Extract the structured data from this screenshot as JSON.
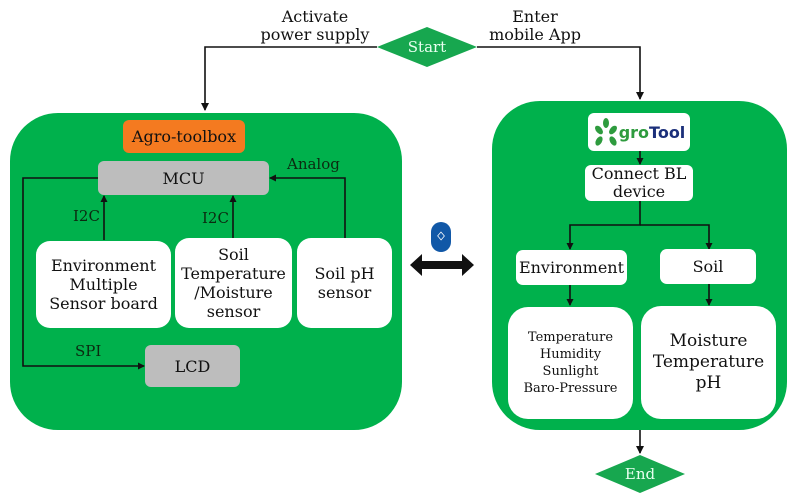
{
  "flow": {
    "start_label": "Start",
    "end_label": "End",
    "left_branch_label": "Activate\npower supply",
    "right_branch_label": "Enter\nmobile App"
  },
  "hardware_panel": {
    "title": "Agro-toolbox",
    "mcu": "MCU",
    "lcd": "LCD",
    "sensors": [
      {
        "label": "Environment\nMultiple\nSensor board",
        "bus": "I2C"
      },
      {
        "label": "Soil\nTemperature\n/Moisture\nsensor",
        "bus": "I2C"
      },
      {
        "label": "Soil pH\nsensor",
        "bus": "Analog"
      }
    ],
    "lcd_bus": "SPI"
  },
  "link": {
    "icon": "bluetooth-icon",
    "arrow": "double-arrow-icon"
  },
  "app_panel": {
    "logo_prefix": "gro",
    "logo_suffix": "Tool",
    "connect": "Connect BL\ndevice",
    "categories": [
      {
        "label": "Environment",
        "items": "Temperature\nHumidity\nSunlight\nBaro-Pressure"
      },
      {
        "label": "Soil",
        "items": "Moisture\nTemperature\npH"
      }
    ]
  },
  "colors": {
    "panel_green": "#00b14c",
    "toolbox_orange": "#f47a20",
    "module_gray": "#bdbdbd",
    "bluetooth_blue": "#1158a7"
  }
}
